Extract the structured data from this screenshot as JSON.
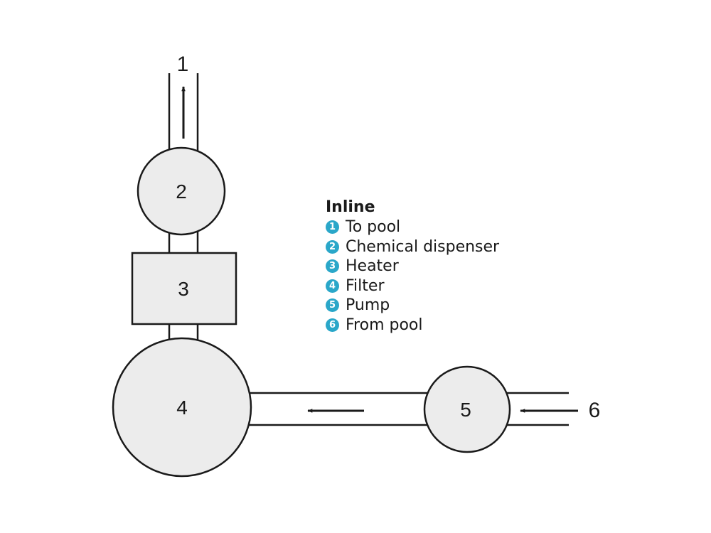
{
  "diagram": {
    "components": [
      {
        "id": "2",
        "label": "2",
        "shape": "circle"
      },
      {
        "id": "3",
        "label": "3",
        "shape": "box"
      },
      {
        "id": "4",
        "label": "4",
        "shape": "circle"
      },
      {
        "id": "5",
        "label": "5",
        "shape": "circle"
      }
    ],
    "endpoints": [
      {
        "id": "1",
        "label": "1"
      },
      {
        "id": "6",
        "label": "6"
      }
    ],
    "flow_direction": [
      "6",
      "5",
      "4",
      "3",
      "2",
      "1"
    ],
    "colors": {
      "component_fill": "#ececec",
      "stroke": "#1a1a1a",
      "badge": "#2aa7c9",
      "background": "#ffffff"
    }
  },
  "legend": {
    "title": "Inline",
    "items": [
      {
        "number": "1",
        "text": "To pool"
      },
      {
        "number": "2",
        "text": "Chemical dispenser"
      },
      {
        "number": "3",
        "text": "Heater"
      },
      {
        "number": "4",
        "text": "Filter"
      },
      {
        "number": "5",
        "text": "Pump"
      },
      {
        "number": "6",
        "text": "From pool"
      }
    ]
  }
}
